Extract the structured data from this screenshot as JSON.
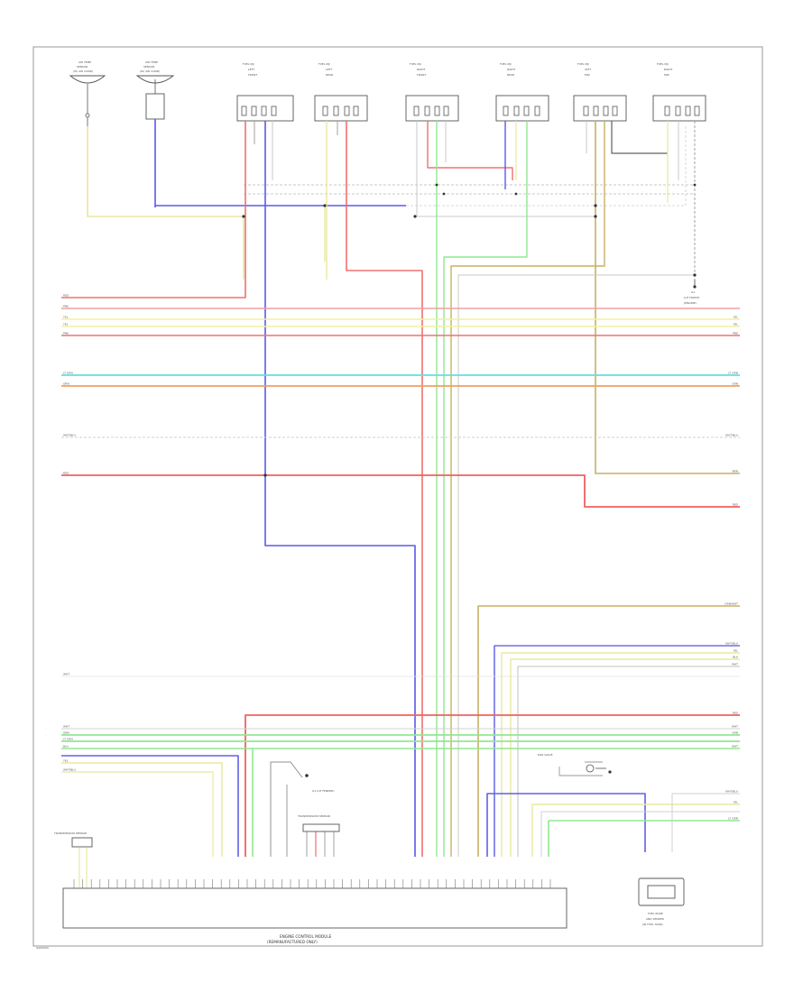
{
  "diagram": {
    "footer_code": "G000000",
    "ecm": {
      "label": "ENGINE CONTROL MODULE",
      "sublabel": "(REMANUFACTURED ONLY)"
    },
    "sensors_top": [
      {
        "label_1": "AIR TEMP",
        "label_2": "SENSOR",
        "label_3": "(W/ AIR COND)"
      },
      {
        "label_1": "AIR TEMP",
        "label_2": "SENSOR",
        "label_3": "(W/ AIR COND)"
      }
    ],
    "injectors": [
      {
        "l1": "FUEL INJ",
        "l2": "LEFT",
        "l3": "FRONT"
      },
      {
        "l1": "FUEL INJ",
        "l2": "LEFT",
        "l3": "REAR"
      },
      {
        "l1": "FUEL INJ",
        "l2": "RIGHT",
        "l3": "FRONT"
      },
      {
        "l1": "FUEL INJ",
        "l2": "RIGHT",
        "l3": "REAR"
      },
      {
        "l1": "FUEL INJ",
        "l2": "LEFT",
        "l3": "MID"
      },
      {
        "l1": "FUEL INJ",
        "l2": "RIGHT",
        "l3": "MID"
      }
    ],
    "right_ground": {
      "l1": "G1",
      "l2": "(LH FRONT)",
      "l3": "(ENGINE)"
    },
    "small_ground_label": "G1 (LH FENDER)",
    "trans_sensor_label": "TRANSMISSION SENSOR",
    "left_connector_label": "TRANSMISSION SENSOR",
    "relay_label": "EGR VALVE",
    "sensor_box_label": {
      "l1": "FUEL PUMP",
      "l2": "AND SENDER",
      "l3": "(IN FUEL TANK)"
    },
    "wire_tags_left": [
      "RED",
      "PNK",
      "YEL",
      "YEL",
      "PNK",
      "LT GRN",
      "ORN",
      "WHT/BLU",
      "RED",
      "WHT",
      "WHT",
      "GRN",
      "LT GRN",
      "BLU",
      "YEL",
      "WHT/BLU"
    ],
    "wire_tags_right": [
      "YEL",
      "YEL",
      "PNK",
      "LT GRN",
      "ORN",
      "WHT/BLU",
      "BRN",
      "RED",
      "GRN/WHT",
      "WHT/BLU",
      "YEL",
      "BLK",
      "WHT",
      "RED",
      "WHT",
      "GRN",
      "WHT",
      "WHT/BLU",
      "YEL",
      "LT GRN"
    ]
  }
}
